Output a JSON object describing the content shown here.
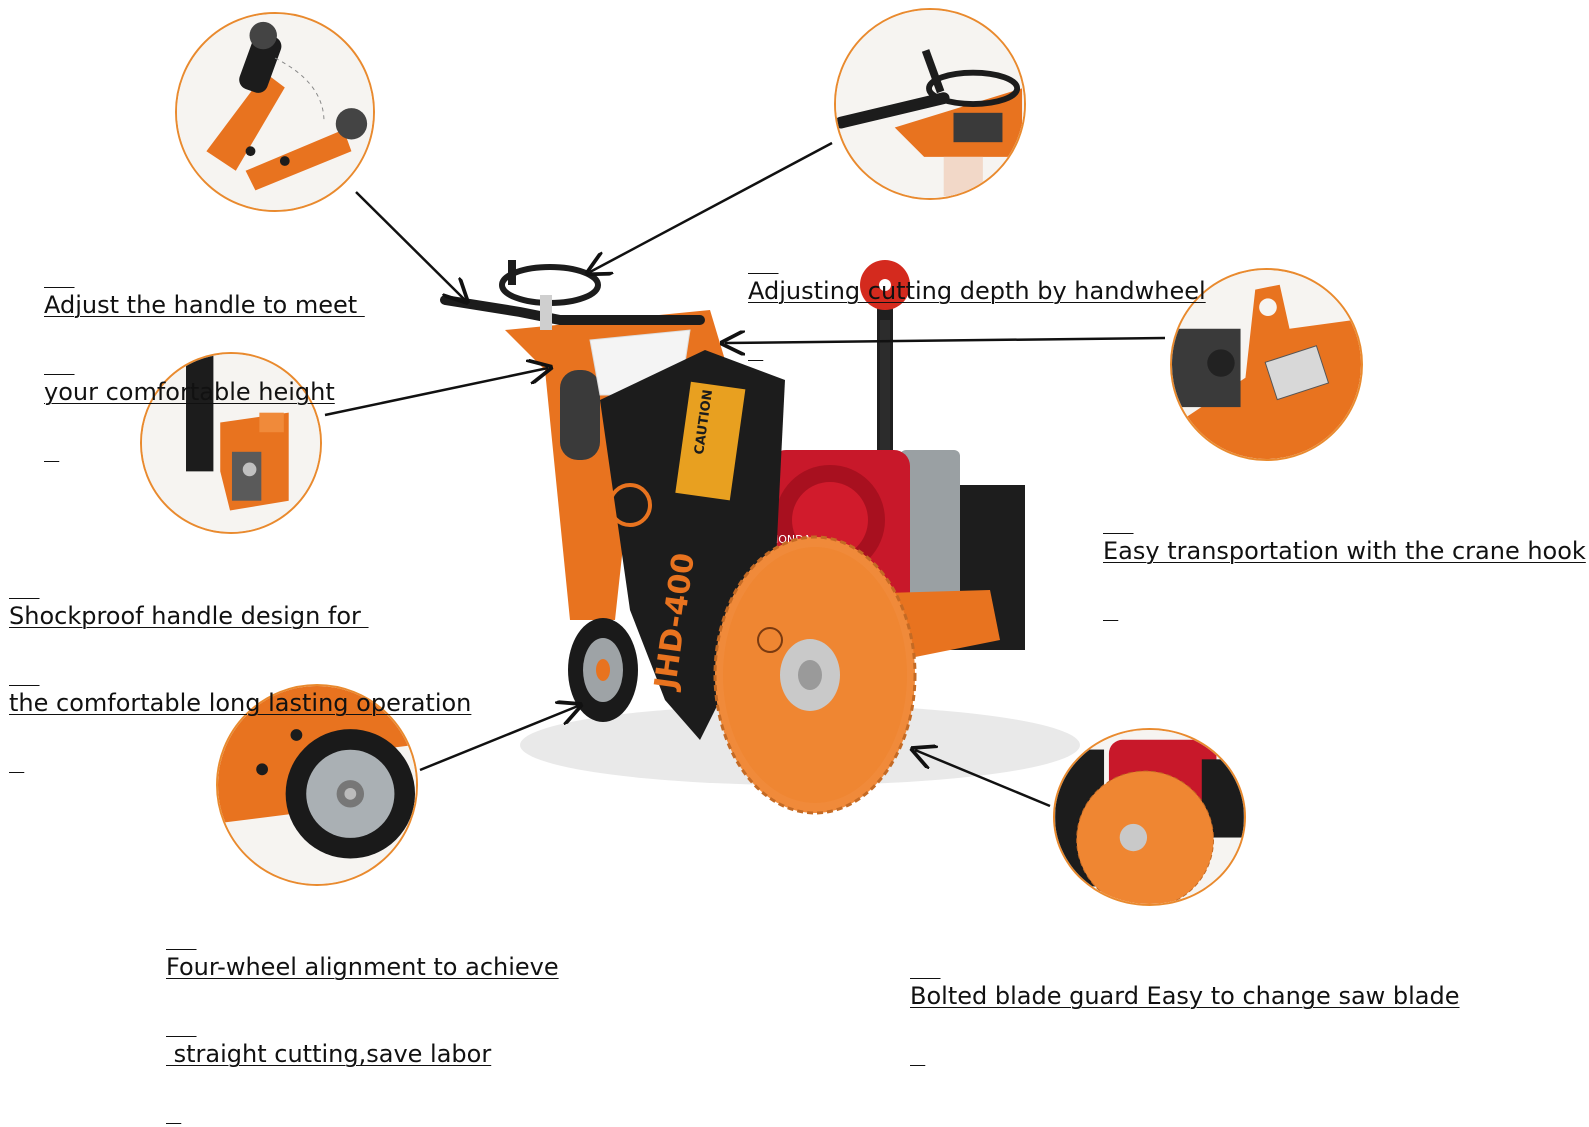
{
  "callouts": {
    "handle_height": {
      "line1": "Adjust the handle to meet ",
      "line2": "your comfortable height"
    },
    "cutting_depth": {
      "line1": "Adjusting cutting depth by handwheel"
    },
    "shockproof": {
      "line1": "Shockproof handle design for ",
      "line2": "the comfortable long lasting operation"
    },
    "crane_hook": {
      "line1": "Easy transportation with the crane hook"
    },
    "four_wheel": {
      "line1": "Four-wheel alignment to achieve",
      "line2": " straight cutting,save labor"
    },
    "blade_guard": {
      "line1": "Bolted blade guard Easy to change saw blade"
    }
  },
  "machine": {
    "model_text": "JHD-400",
    "guard_sign": "CAUTION",
    "engine_brand": "HONDA"
  },
  "colors": {
    "accent_orange": "#e98a2e",
    "machine_orange": "#e8731f",
    "guard_black": "#1c1c1c",
    "engine_red": "#c8182a",
    "arrow": "#111111"
  }
}
